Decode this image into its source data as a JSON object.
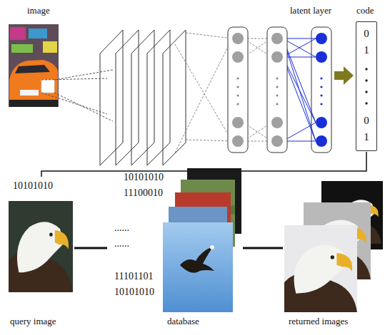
{
  "diagram": {
    "nodes": [
      {
        "text": [
          "0",
          "1",
          "0",
          "1"
        ]
      }
    ],
    "labels": [
      "image",
      "latent layer",
      "code",
      "10101010",
      "10101010",
      "11100010",
      "......",
      "......",
      "11101101",
      "10101010",
      "query image",
      "database",
      "returned images"
    ]
  }
}
